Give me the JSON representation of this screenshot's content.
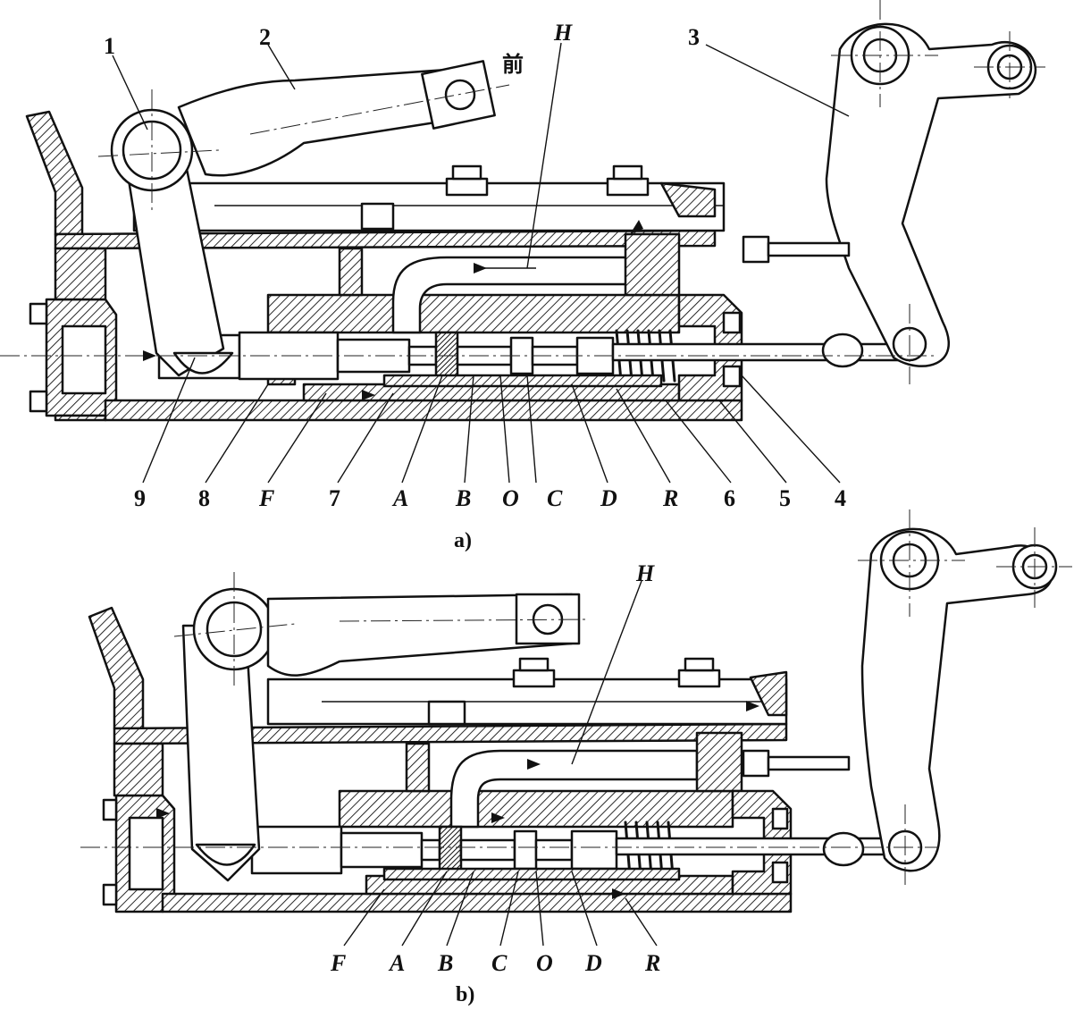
{
  "figure_a": {
    "caption": "a)",
    "direction_label": "前",
    "labels": {
      "l1": "1",
      "l2": "2",
      "l3": "3",
      "lH": "H",
      "l9": "9",
      "l8": "8",
      "lF": "F",
      "l7": "7",
      "lA": "A",
      "lB": "B",
      "lO": "O",
      "lC": "C",
      "lD": "D",
      "lR": "R",
      "l6": "6",
      "l5": "5",
      "l4": "4"
    }
  },
  "figure_b": {
    "caption": "b)",
    "labels": {
      "lH": "H",
      "lF": "F",
      "lA": "A",
      "lB": "B",
      "lC": "C",
      "lO": "O",
      "lD": "D",
      "lR": "R"
    }
  }
}
